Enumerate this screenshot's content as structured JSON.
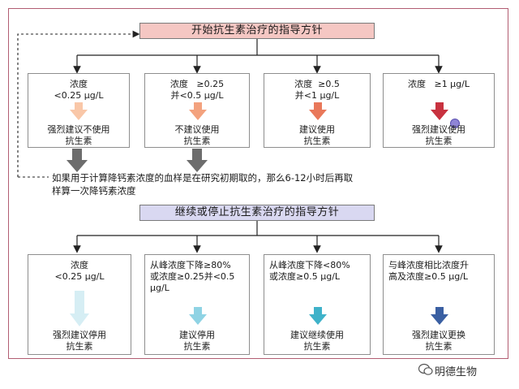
{
  "top": {
    "title": "开始抗生素治疗的指导方针",
    "boxes": [
      {
        "concentration": "浓度\n<0.25 μg/L",
        "recommendation": "强烈建议不使用\n抗生素",
        "arrow_color": "#f9c7a8"
      },
      {
        "concentration": "浓度   ≥0.25\n并<0.5 μg/L",
        "recommendation": "不建议使用\n抗生素",
        "arrow_color": "#f3a27e"
      },
      {
        "concentration": "浓度  ≥0.5\n并<1 μg/L",
        "recommendation": "建议使用\n抗生素",
        "arrow_color": "#e9785a"
      },
      {
        "concentration": "浓度   ≥1 μg/L",
        "recommendation": "强烈建议使用\n抗生素",
        "arrow_color": "#c8323f"
      }
    ],
    "note": "如果用于计算降钙素浓度的血样是在研究初期取的，那么6-12小时后再取\n样算一次降钙素浓度"
  },
  "bottom": {
    "title": "继续或停止抗生素治疗的指导方针",
    "boxes": [
      {
        "concentration": "浓度\n<0.25 μg/L",
        "recommendation": "强烈建议停用\n抗生素",
        "arrow_color": "#d6eef4"
      },
      {
        "concentration": "从峰浓度下降≥80%\n或浓度≥0.25并<0.5\nμg/L",
        "recommendation": "建议停用\n抗生素",
        "arrow_color": "#8fd3e4"
      },
      {
        "concentration": "从峰浓度下降<80%\n或浓度≥0.5 μg/L",
        "recommendation": "建议继续使用\n抗生素",
        "arrow_color": "#3fb2c9"
      },
      {
        "concentration": "与峰浓度相比浓度升\n高及浓度≥0.5 μg/L",
        "recommendation": "强烈建议更换\n抗生素",
        "arrow_color": "#3a5fa2"
      }
    ]
  },
  "watermark": "明德生物"
}
